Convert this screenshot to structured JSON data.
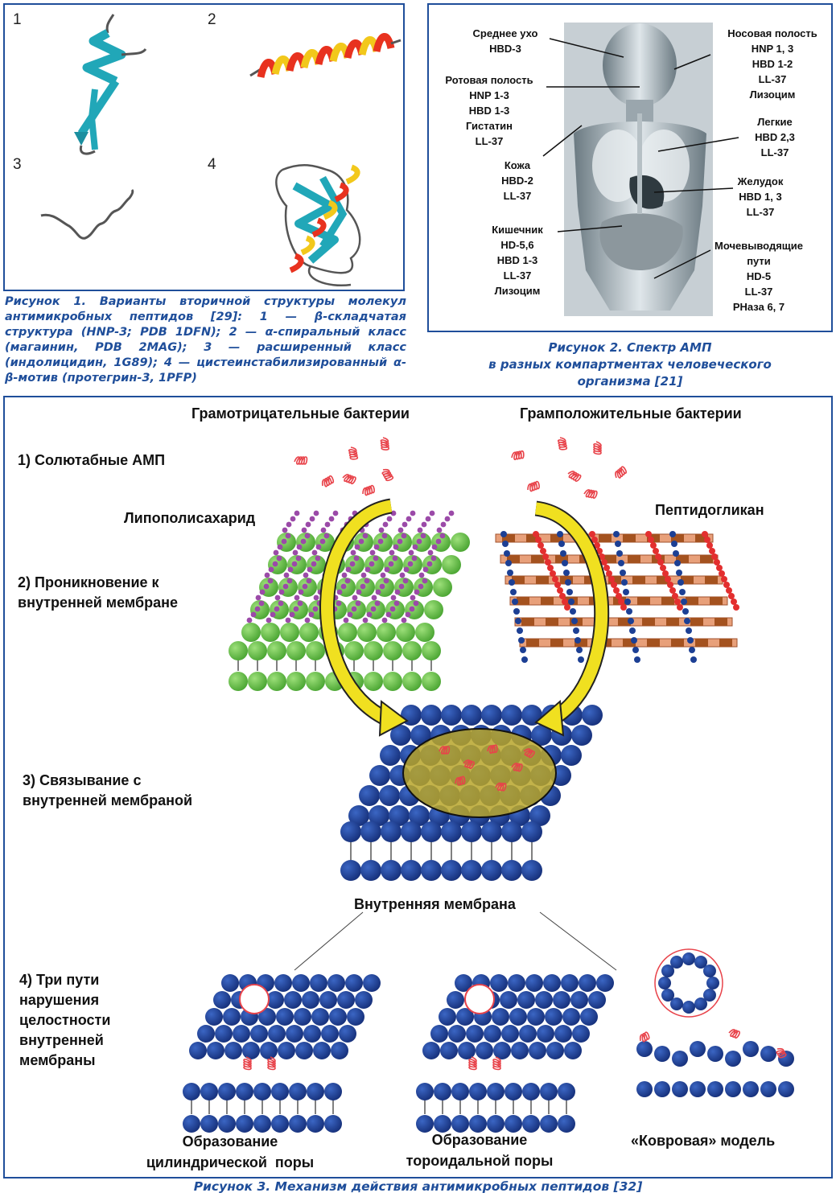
{
  "figure1": {
    "panel_numbers": [
      "1",
      "2",
      "3",
      "4"
    ],
    "caption": "Рисунок 1. Варианты вторичной структуры молекул антимикробных пептидов [29]: 1 — β-складчатая структура (HNP-3; PDB 1DFN); 2 — α-спиральный класс (магаинин, PDB 2MAG); 3 — расширенный класс (индолицидин, 1G89); 4 — цистеинстабилизированный α-β-мотив (протегрин-3, 1PFP)"
  },
  "figure2": {
    "labels": {
      "middle_ear": [
        "Среднее ухо",
        "HBD-3"
      ],
      "oral": [
        "Ротовая полость",
        "HNP 1-3",
        "HBD 1-3",
        "Гистатин",
        "LL-37"
      ],
      "skin": [
        "Кожа",
        "HBD-2",
        "LL-37"
      ],
      "intestine": [
        "Кишечник",
        "HD-5,6",
        "HBD 1-3",
        "LL-37",
        "Лизоцим"
      ],
      "nasal": [
        "Носовая полость",
        "HNP 1, 3",
        "HBD 1-2",
        "LL-37",
        "Лизоцим"
      ],
      "lungs": [
        "Легкие",
        "HBD 2,3",
        "LL-37"
      ],
      "stomach": [
        "Желудок",
        "HBD 1, 3",
        "LL-37"
      ],
      "urinary": [
        "Мочевыводящие",
        "пути",
        "HD-5",
        "LL-37",
        "РНаза 6, 7"
      ]
    },
    "caption": [
      "Рисунок 2. Спектр АМП",
      "в разных компартментах человеческого",
      "организма [21]"
    ]
  },
  "figure3": {
    "gram_negative": "Грамотрицательные бактерии",
    "gram_positive": "Грамположительные бактерии",
    "step1": "1) Солютабные АМП",
    "lps": "Липополисахарид",
    "peptidoglycan": "Пептидогликан",
    "step2": [
      "2) Проникновение к",
      "внутренней мембране"
    ],
    "step3": [
      "3) Связывание с",
      "внутренней мембраной"
    ],
    "inner_membrane": "Внутренняя мембрана",
    "step4": [
      "4) Три пути",
      "нарушения",
      "целостности",
      "внутренней",
      "мембраны"
    ],
    "pore_cyl": [
      "Образование",
      "цилиндрической  поры"
    ],
    "pore_tor": [
      "Образование",
      "тороидальной поры"
    ],
    "carpet": "«Ковровая» модель",
    "caption": "Рисунок 3. Механизм действия антимикробных пептидов [32]"
  },
  "colors": {
    "frame": "#1f4e9a",
    "caption": "#1f4e9a",
    "lipid_head": "#1c3f94",
    "lps_green": "#6cc04a",
    "peptide": "#e8434a",
    "arrow": "#f0e020"
  }
}
